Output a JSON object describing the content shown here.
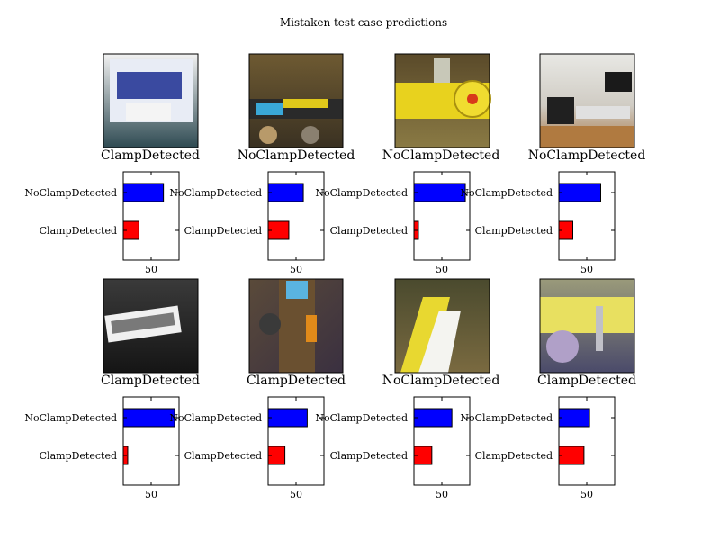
{
  "title": "Mistaken test case predictions",
  "chart_data": {
    "type": "bar",
    "orientation": "horizontal",
    "categories": [
      "ClampDetected",
      "NoClampDetected"
    ],
    "xticks": [
      50
    ],
    "xlim": [
      0,
      100
    ],
    "colors": {
      "ClampDetected": "#ff0000",
      "NoClampDetected": "#0000ff"
    },
    "panels": [
      {
        "image_label": "ClampDetected",
        "image_desc": "white-machine-panel",
        "values": [
          28,
          72
        ]
      },
      {
        "image_label": "NoClampDetected",
        "image_desc": "pipe-with-yellow-label",
        "values": [
          37,
          63
        ]
      },
      {
        "image_label": "NoClampDetected",
        "image_desc": "yellow-pipe-flange",
        "values": [
          8,
          92
        ]
      },
      {
        "image_label": "NoClampDetected",
        "image_desc": "office-room",
        "values": [
          25,
          75
        ]
      },
      {
        "image_label": "ClampDetected",
        "image_desc": "dark-object-with-sticker",
        "values": [
          8,
          92
        ]
      },
      {
        "image_label": "ClampDetected",
        "image_desc": "pipe-coupling-blue",
        "values": [
          30,
          70
        ]
      },
      {
        "image_label": "NoClampDetected",
        "image_desc": "white-pipe-on-ground",
        "values": [
          32,
          68
        ]
      },
      {
        "image_label": "ClampDetected",
        "image_desc": "yellow-pipe-purple-cloth",
        "values": [
          45,
          55
        ]
      }
    ]
  }
}
